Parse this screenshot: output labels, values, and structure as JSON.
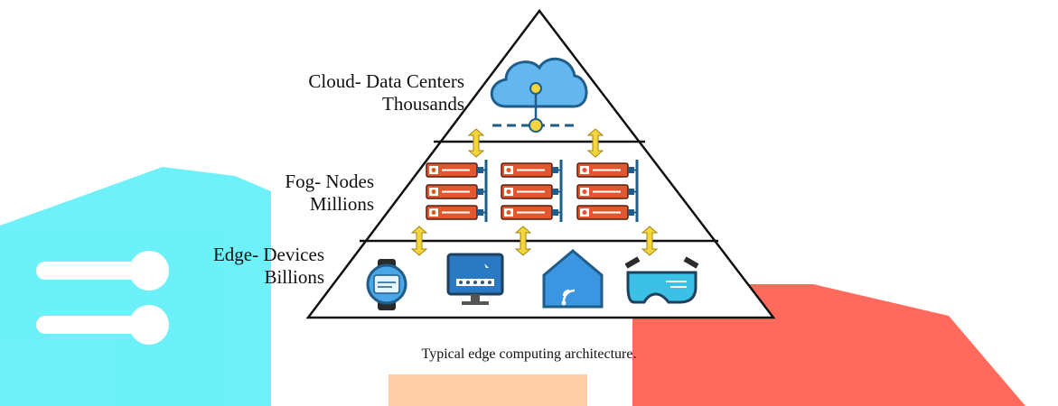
{
  "tiers": [
    {
      "name": "Cloud- Data Centers",
      "count": "Thousands"
    },
    {
      "name": "Fog- Nodes",
      "count": "Millions"
    },
    {
      "name": "Edge- Devices",
      "count": "Billions"
    }
  ],
  "caption": "Typical edge computing architecture.",
  "icons": {
    "cloud": "cloud-network-icon",
    "fog": "server-rack-icon",
    "edge": [
      "smartwatch-icon",
      "monitor-icon",
      "smart-home-icon",
      "vr-glasses-icon"
    ],
    "link": "bidirectional-arrow-icon"
  },
  "colors": {
    "cloud": "#4ba6e6",
    "server": "#e2572e",
    "connector": "#1f5d8a",
    "arrow": "#f4d53c",
    "watermark_cyan": "#2ee6f5",
    "watermark_orange": "#ffb27a",
    "watermark_red": "#ff4a3d"
  }
}
